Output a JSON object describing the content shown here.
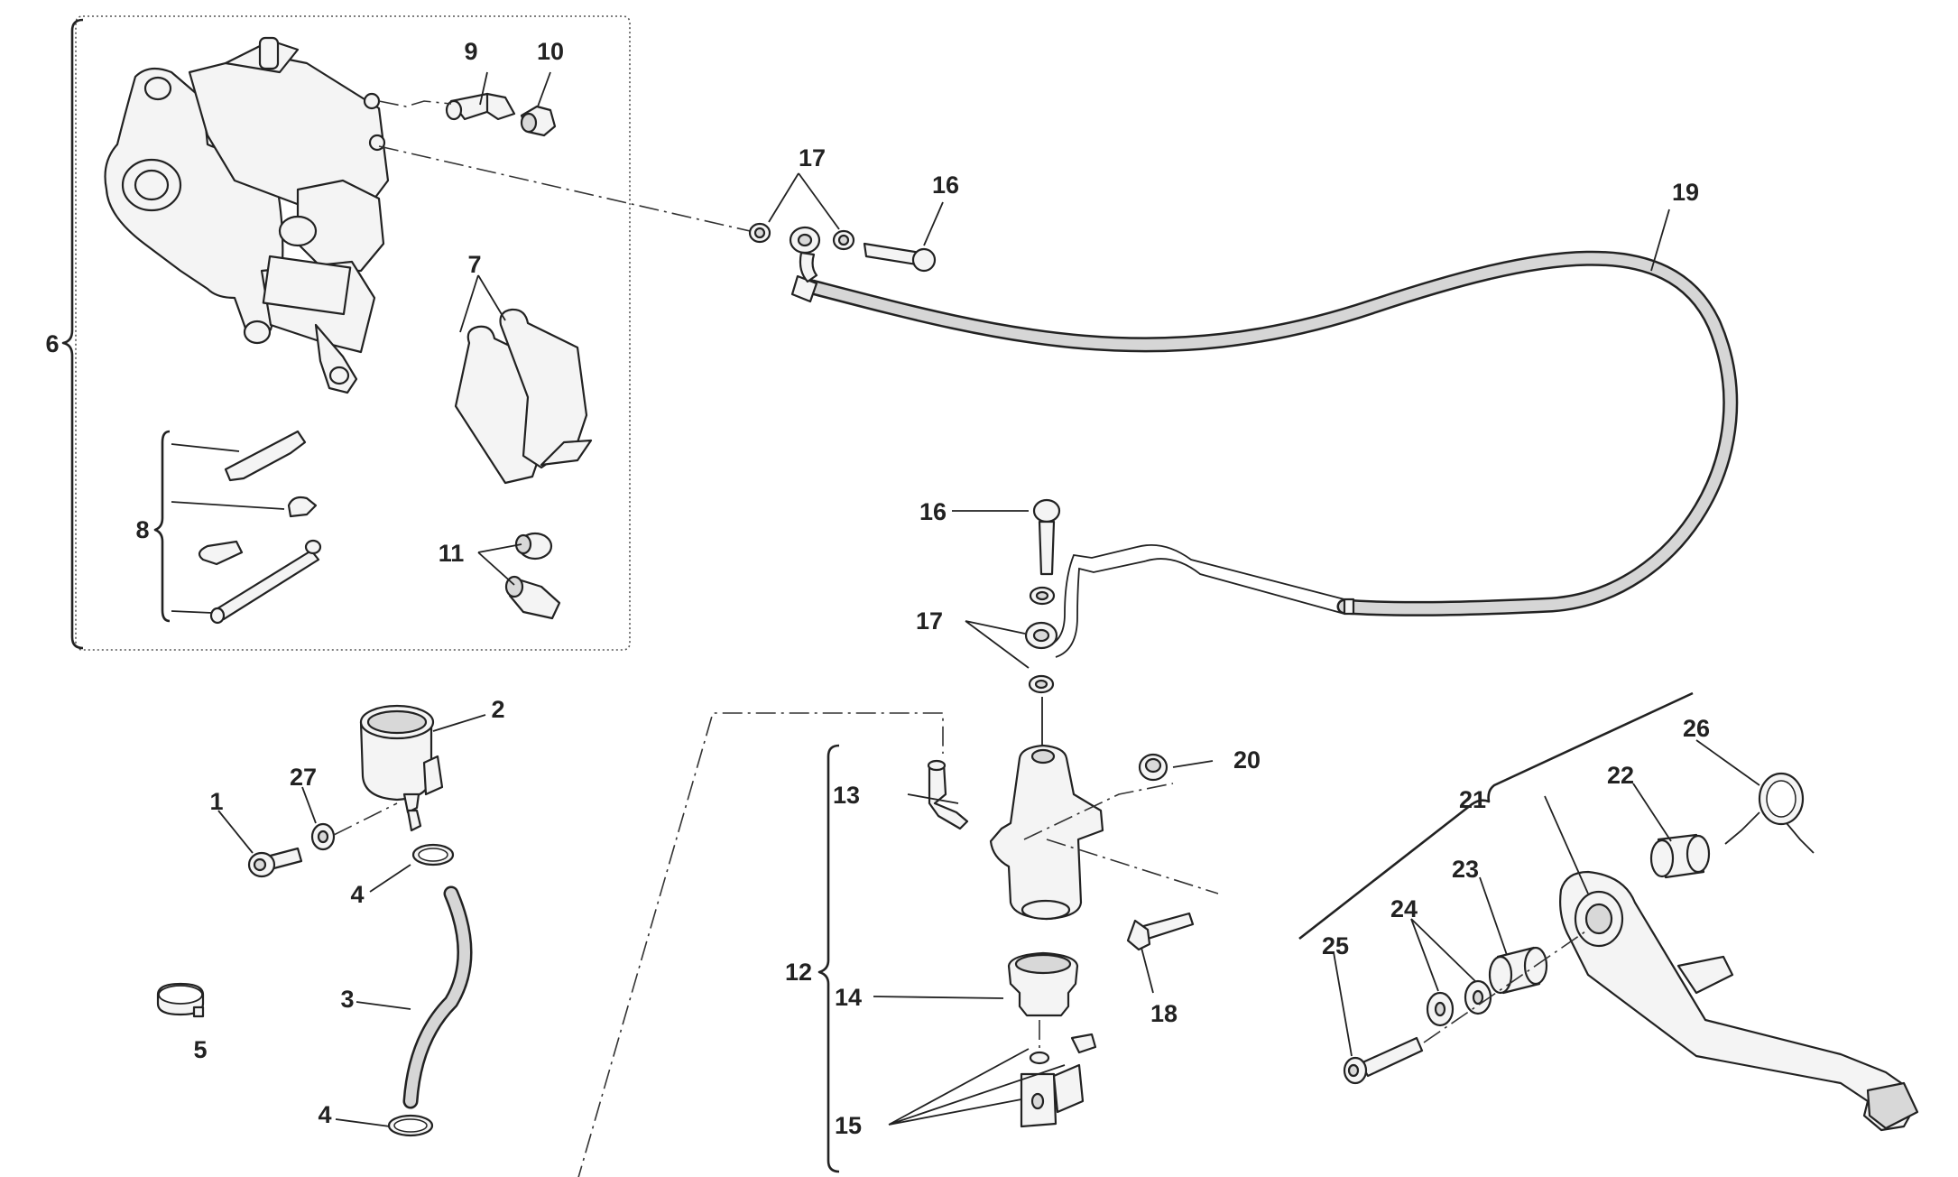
{
  "diagram": {
    "callouts": [
      {
        "id": "1",
        "text": "1"
      },
      {
        "id": "2",
        "text": "2"
      },
      {
        "id": "3",
        "text": "3"
      },
      {
        "id": "4a",
        "text": "4"
      },
      {
        "id": "4b",
        "text": "4"
      },
      {
        "id": "5",
        "text": "5"
      },
      {
        "id": "6",
        "text": "6"
      },
      {
        "id": "7",
        "text": "7"
      },
      {
        "id": "8",
        "text": "8"
      },
      {
        "id": "9",
        "text": "9"
      },
      {
        "id": "10",
        "text": "10"
      },
      {
        "id": "11",
        "text": "11"
      },
      {
        "id": "12",
        "text": "12"
      },
      {
        "id": "13",
        "text": "13"
      },
      {
        "id": "14",
        "text": "14"
      },
      {
        "id": "15",
        "text": "15"
      },
      {
        "id": "16a",
        "text": "16"
      },
      {
        "id": "16b",
        "text": "16"
      },
      {
        "id": "17a",
        "text": "17"
      },
      {
        "id": "17b",
        "text": "17"
      },
      {
        "id": "18",
        "text": "18"
      },
      {
        "id": "19",
        "text": "19"
      },
      {
        "id": "20",
        "text": "20"
      },
      {
        "id": "21",
        "text": "21"
      },
      {
        "id": "22",
        "text": "22"
      },
      {
        "id": "23",
        "text": "23"
      },
      {
        "id": "24",
        "text": "24"
      },
      {
        "id": "25",
        "text": "25"
      },
      {
        "id": "26",
        "text": "26"
      },
      {
        "id": "27",
        "text": "27"
      }
    ]
  }
}
